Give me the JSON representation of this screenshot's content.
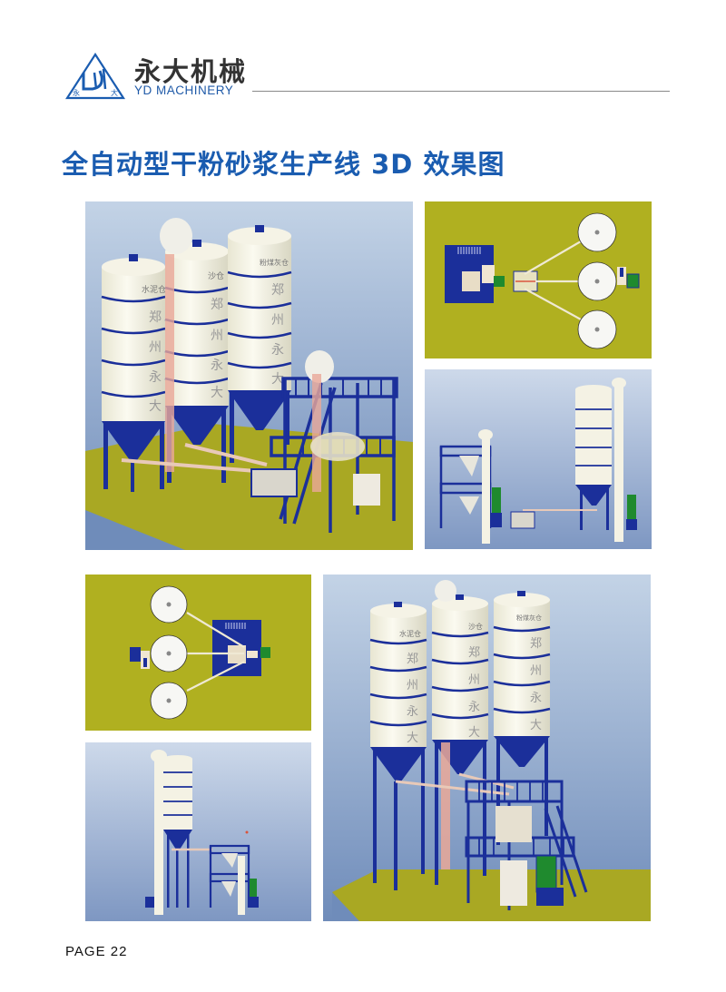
{
  "header": {
    "logo_text_left": "永",
    "logo_text_right": "大",
    "brand_cn": "永大机械",
    "brand_en": "YD MACHINERY"
  },
  "title": "全自动型干粉砂浆生产线 3D 效果图",
  "colors": {
    "brand_blue": "#1a5cb0",
    "structure_blue": "#1b2f9a",
    "ground_olive": "#b0b020",
    "silo_white": "#f4f2e4",
    "sky_blue": "#b8c9e0"
  },
  "figures": [
    {
      "id": "perspective-view-1",
      "silo_labels": [
        "水泥仓",
        "沙仓",
        "粉煤灰仓"
      ],
      "silo_vertical_text": [
        "郑",
        "州",
        "永",
        "大"
      ]
    },
    {
      "id": "top-view-1"
    },
    {
      "id": "side-view-1"
    },
    {
      "id": "top-view-2"
    },
    {
      "id": "side-view-2"
    },
    {
      "id": "perspective-view-2",
      "silo_labels": [
        "水泥仓",
        "沙仓",
        "粉煤灰仓"
      ],
      "silo_vertical_text": [
        "郑",
        "州",
        "永",
        "大"
      ]
    }
  ],
  "footer": {
    "page_label": "PAGE 22"
  }
}
